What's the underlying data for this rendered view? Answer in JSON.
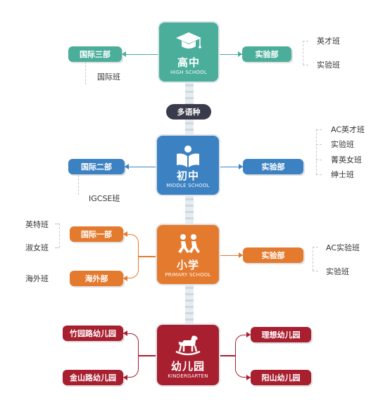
{
  "colors": {
    "high": "#4aae9b",
    "middle": "#3c82c3",
    "primary": "#e47a2e",
    "kinder": "#a81f30",
    "badge": "#3a3b4a"
  },
  "high_school": {
    "title": "高中",
    "subtitle": "HIGH SCHOOL",
    "left_unit": "国际三部",
    "left_programs": [
      "国际班"
    ],
    "right_unit": "实验部",
    "right_programs": [
      "英才班",
      "实验班"
    ]
  },
  "badge": "多语种",
  "middle_school": {
    "title": "初中",
    "subtitle": "MIDDLE SCHOOL",
    "left_unit": "国际二部",
    "left_programs": [
      "IGCSE班"
    ],
    "right_unit": "实验部",
    "right_programs": [
      "AC英才班",
      "实验班",
      "菁英女班",
      "绅士班"
    ]
  },
  "primary_school": {
    "title": "小学",
    "subtitle": "PRIMARY SCHOOL",
    "left_units": [
      "国际一部",
      "海外部"
    ],
    "left_programs": [
      "英特班",
      "淑女班",
      "海外班"
    ],
    "right_unit": "实验部",
    "right_programs": [
      "AC实验班",
      "实验班"
    ]
  },
  "kindergarten": {
    "title": "幼儿园",
    "subtitle": "KINDERGARTEN",
    "left_units": [
      "竹园路幼儿园",
      "金山路幼儿园"
    ],
    "right_units": [
      "理想幼儿园",
      "阳山幼儿园"
    ]
  }
}
